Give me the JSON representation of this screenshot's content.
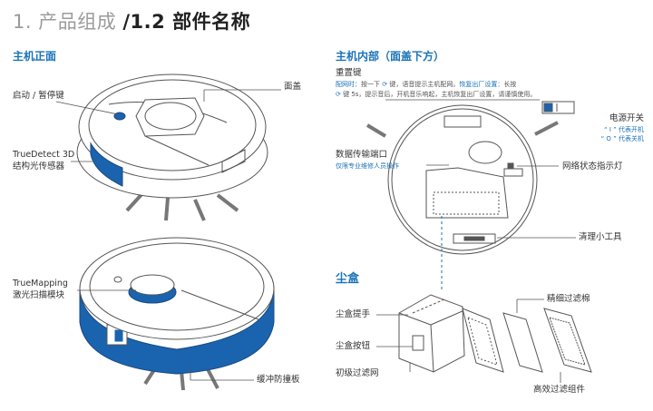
{
  "header": {
    "title_prefix": "1. 产品组成 ",
    "title_main": "/1.2 部件名称"
  },
  "front": {
    "heading": "主机正面",
    "labels": {
      "start_pause": "启动 / 暂停键",
      "top_cover": "面盖",
      "truedetect_line1": "TrueDetect 3D",
      "truedetect_line2": "结构光传感器",
      "truemapping_line1": "TrueMapping",
      "truemapping_line2": "激光扫描模块",
      "bumper": "缓冲防撞板"
    }
  },
  "inside": {
    "heading": "主机内部（面盖下方）",
    "reset": {
      "title": "重置键",
      "line1_pre": "配网时：",
      "line1_mid": "按一下 ",
      "line1_post": " 键，语音提示主机配网。",
      "line1_hl": "恢复出厂设置：",
      "line1_end": "长按",
      "line2": " 键 5s，提示音后，开机音乐响起，主机恢复出厂设置，请谨慎使用。"
    },
    "power": {
      "title": "电源开关",
      "on_hint": "“ I ” 代表开机",
      "off_hint": "“ O ” 代表关机"
    },
    "data_port": {
      "title": "数据传输端口",
      "hint": "仅限专业维修人员操作"
    },
    "network_light": "网络状态指示灯",
    "cleaning_tool": "清理小工具"
  },
  "dustbin": {
    "heading": "尘盒",
    "handle": "尘盒提手",
    "button": "尘盒按钮",
    "primary_filter": "初级过滤网",
    "fine_filter": "精细过滤棉",
    "hepa_filter": "高效过滤组件"
  },
  "colors": {
    "accent": "#1a73b8",
    "line": "#555555"
  }
}
